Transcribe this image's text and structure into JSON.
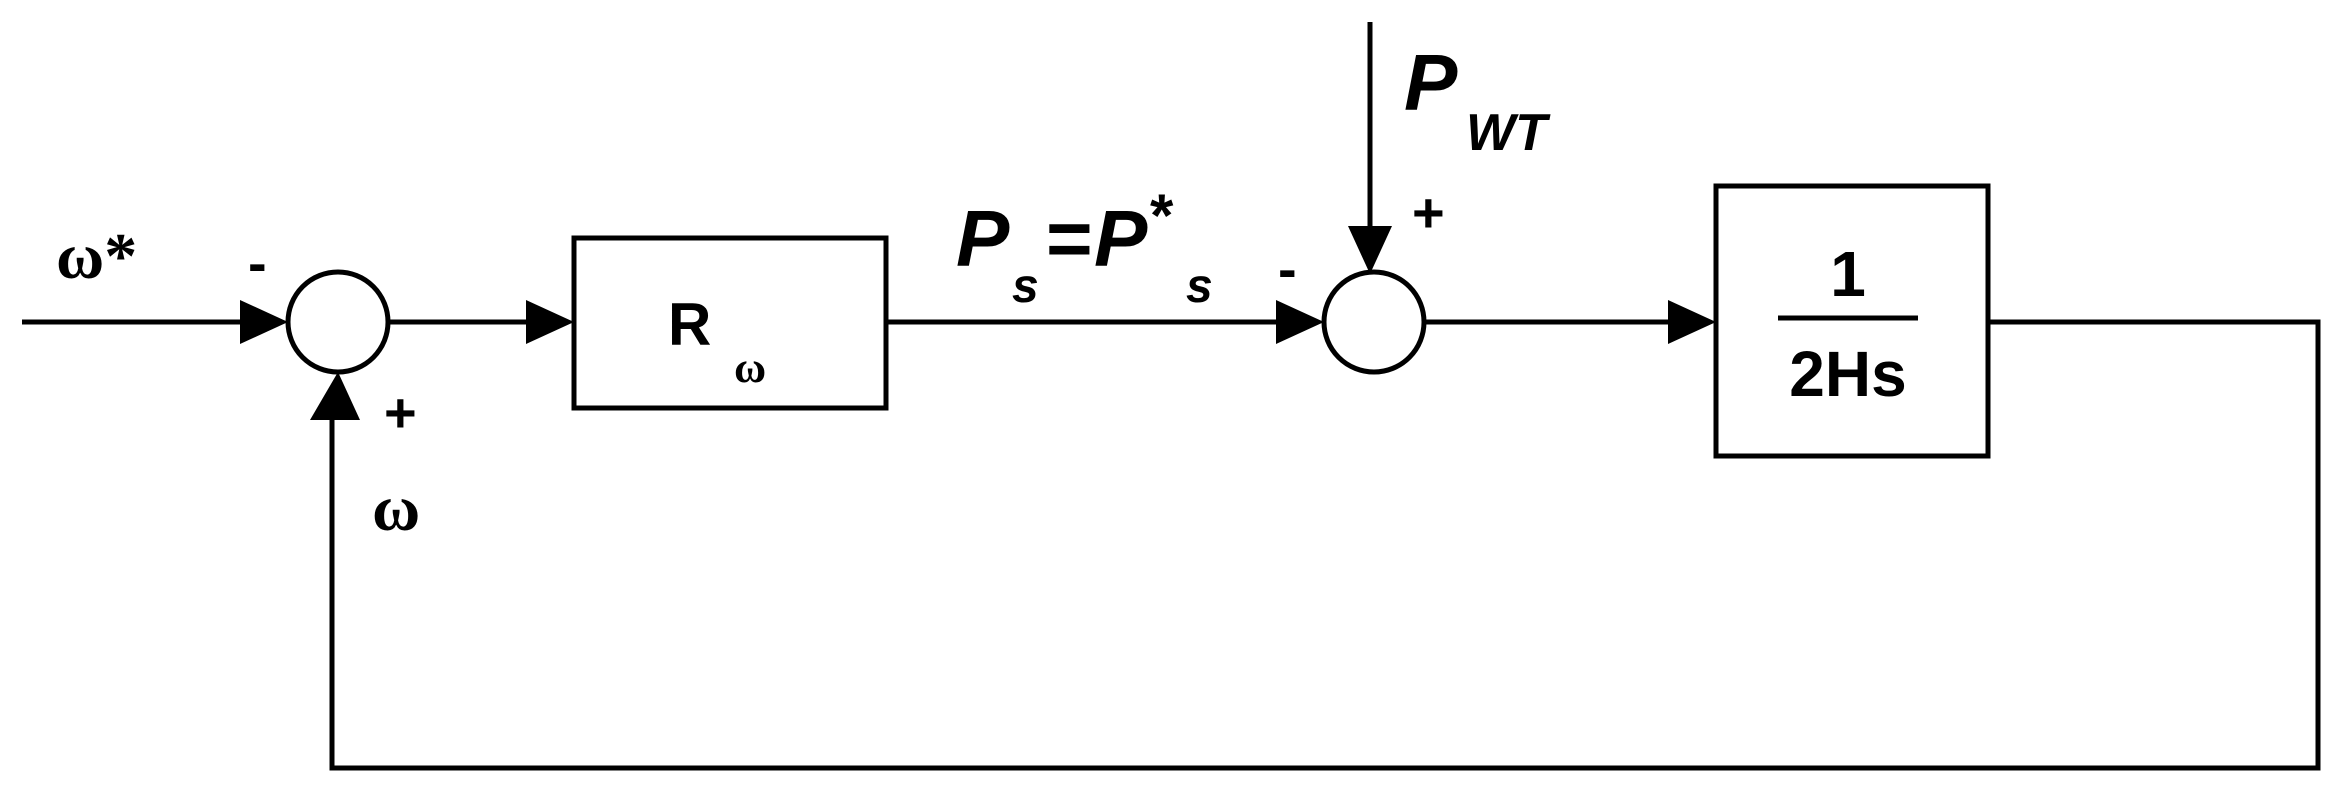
{
  "diagram": {
    "input_label": "ω*",
    "feedback_label": "ω",
    "sum1": {
      "minus": "-",
      "plus": "+"
    },
    "sum2": {
      "minus": "-",
      "plus": "+"
    },
    "controller": {
      "main": "R",
      "sub": "ω"
    },
    "setpoint": {
      "p1": "P",
      "s1": "s",
      "eq": "=",
      "p2": "P",
      "star": "*",
      "s2": "s"
    },
    "disturbance": {
      "main": "P",
      "sub": "WT"
    },
    "plant": {
      "numerator": "1",
      "denominator": "2Hs"
    }
  }
}
